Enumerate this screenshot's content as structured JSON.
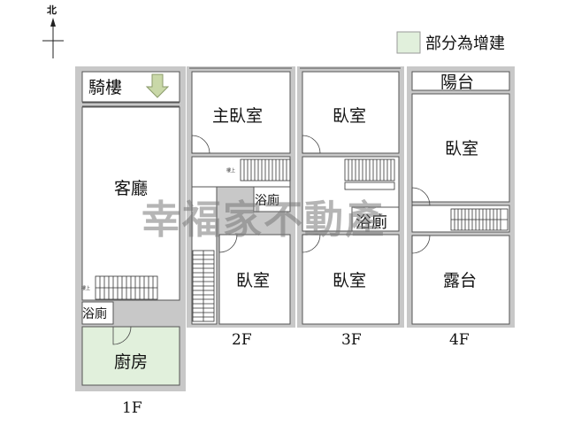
{
  "compass": {
    "north": "北"
  },
  "legend": {
    "text": "部分為增建",
    "swatch_color": "#e1f0dc"
  },
  "colors": {
    "wall": "#c8c8c8",
    "extension": "#e1f0dc",
    "watermark": "#888888"
  },
  "watermark": "幸福家不動產",
  "floors": {
    "f1": {
      "label": "1F",
      "rooms": {
        "arcade": "騎樓",
        "living": "客廳",
        "bath": "浴廁",
        "kitchen": "廚房"
      }
    },
    "f2": {
      "label": "2F",
      "rooms": {
        "master": "主臥室",
        "bath": "浴廁",
        "bedroom": "臥室"
      }
    },
    "f3": {
      "label": "3F",
      "rooms": {
        "bedroom_top": "臥室",
        "bath": "浴廁",
        "bedroom_bottom": "臥室"
      }
    },
    "f4": {
      "label": "4F",
      "rooms": {
        "balcony": "陽台",
        "bedroom": "臥室",
        "terrace": "露台"
      }
    }
  },
  "stair_note": "樓上"
}
